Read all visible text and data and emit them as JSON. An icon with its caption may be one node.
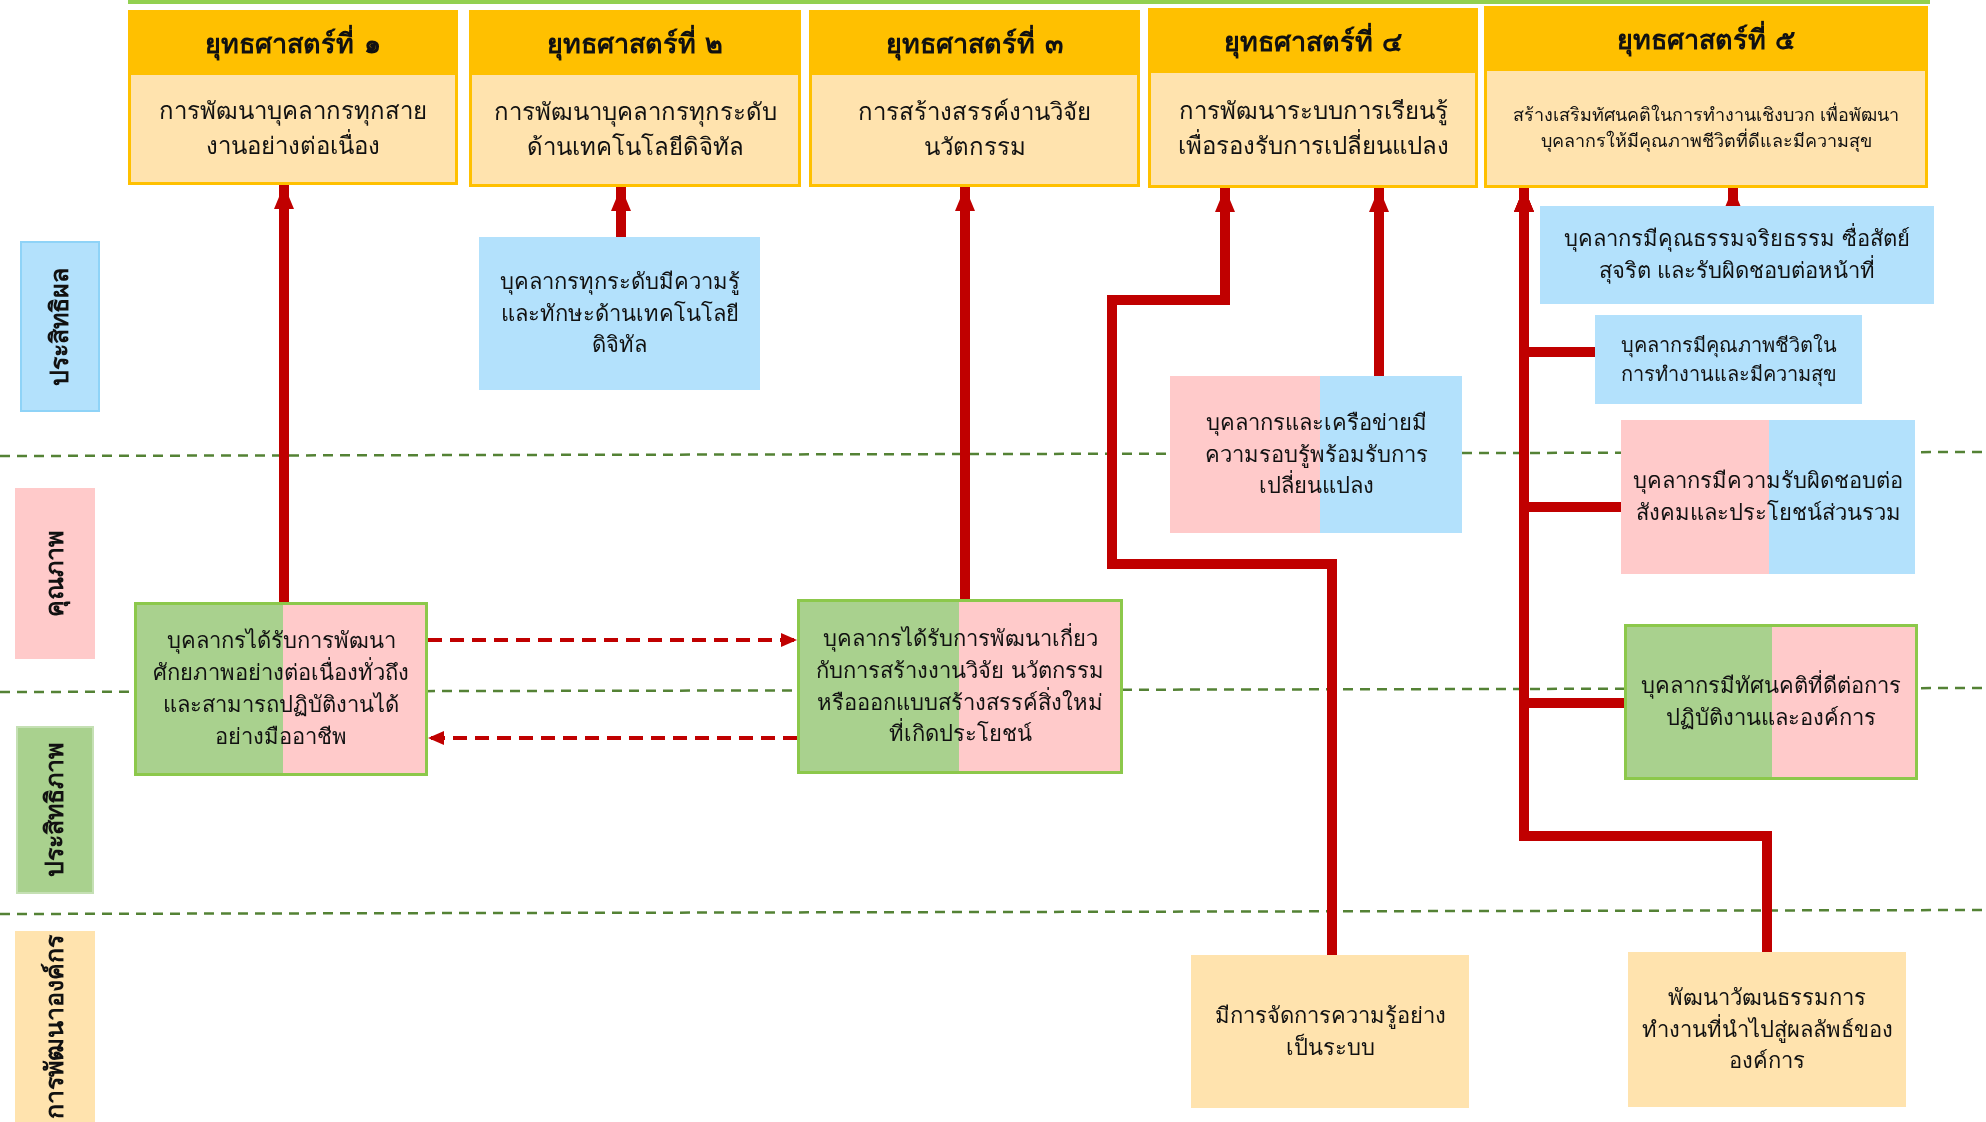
{
  "diagram": {
    "nodes": [
      {
        "text": [
          "ยุทธศาสตร์ที่ ๑",
          "การพัฒนาบุคลากรทุกสายงานอย่างต่อเนื่อง"
        ]
      },
      {
        "text": [
          "ยุทธศาสตร์ที่ ๒",
          "การพัฒนาบุคลากรทุกระดับด้านเทคโนโลยีดิจิทัล"
        ]
      },
      {
        "text": [
          "ยุทธศาสตร์ที่ ๓",
          "การสร้างสรรค์งานวิจัยนวัตกรรม"
        ]
      },
      {
        "text": [
          "ยุทธศาสตร์ที่ ๔",
          "การพัฒนาระบบการเรียนรู้เพื่อรองรับการเปลี่ยนแปลง"
        ]
      },
      {
        "text": [
          "ยุทธศาสตร์ที่ ๕",
          "สร้างเสริมทัศนคติในการทำงานเชิงบวก เพื่อพัฒนาบุคลากรให้มีคุณภาพชีวิตที่ดีและมีความสุข"
        ]
      },
      {
        "text": [
          "ประสิทธิผล"
        ]
      },
      {
        "text": [
          "บุคลากรทุกระดับมีความรู้และทักษะด้านเทคโนโลยีดิจิทัล"
        ]
      },
      {
        "text": [
          "บุคลากรมีคุณธรรมจริยธรรม ซื่อสัตย์สุจริต และรับผิดชอบต่อหน้าที่"
        ]
      },
      {
        "text": [
          "บุคลากรมีคุณภาพชีวิตในการทำงานและมีความสุข"
        ]
      },
      {
        "text": [
          "บุคลากรและเครือข่ายมีความรอบรู้พร้อมรับการเปลี่ยนแปลง"
        ]
      },
      {
        "text": [
          "คุณภาพ"
        ]
      },
      {
        "text": [
          "บุคลากรมีความรับผิดชอบต่อสังคมและประโยชน์ส่วนรวม"
        ]
      },
      {
        "text": [
          "บุคลากรได้รับการพัฒนาศักยภาพอย่างต่อเนื่องทั่วถึงและสามารถปฏิบัติงานได้อย่างมืออาชีพ"
        ]
      },
      {
        "text": [
          "บุคลากรได้รับการพัฒนาเกี่ยวกับการสร้างงานวิจัย นวัตกรรมหรือออกแบบสร้างสรรค์สิ่งใหม่ที่เกิดประโยชน์"
        ]
      },
      {
        "text": [
          "บุคลากรมีทัศนคติที่ดีต่อการปฏิบัติงานและองค์การ"
        ]
      },
      {
        "text": [
          "ประสิทธิภาพ"
        ]
      },
      {
        "text": [
          "การพัฒนาองค์กร"
        ]
      },
      {
        "text": [
          "มีการจัดการความรู้อย่างเป็นระบบ"
        ]
      },
      {
        "text": [
          "พัฒนาวัฒนธรรมการทำงานที่นำไปสู่ผลลัพธ์ขององค์การ"
        ]
      }
    ],
    "edges": [
      {
        "from": 12,
        "to": 0,
        "arrow": "to"
      },
      {
        "from": 6,
        "to": 1,
        "arrow": "to"
      },
      {
        "from": 13,
        "to": 2,
        "arrow": "to"
      },
      {
        "from": 17,
        "to": 3,
        "arrow": "to"
      },
      {
        "from": 9,
        "to": 3,
        "arrow": "to"
      },
      {
        "from": 18,
        "to": 4,
        "arrow": "to"
      },
      {
        "from": 8,
        "to": 4,
        "arrow": "to"
      },
      {
        "from": 11,
        "to": 4,
        "arrow": "to"
      },
      {
        "from": 14,
        "to": 4,
        "arrow": "to"
      },
      {
        "from": 7,
        "to": 4,
        "arrow": "to"
      },
      {
        "from": 12,
        "to": 13,
        "arrow": "to",
        "style": "dashed"
      },
      {
        "from": 13,
        "to": 12,
        "arrow": "to",
        "style": "dashed"
      }
    ]
  }
}
